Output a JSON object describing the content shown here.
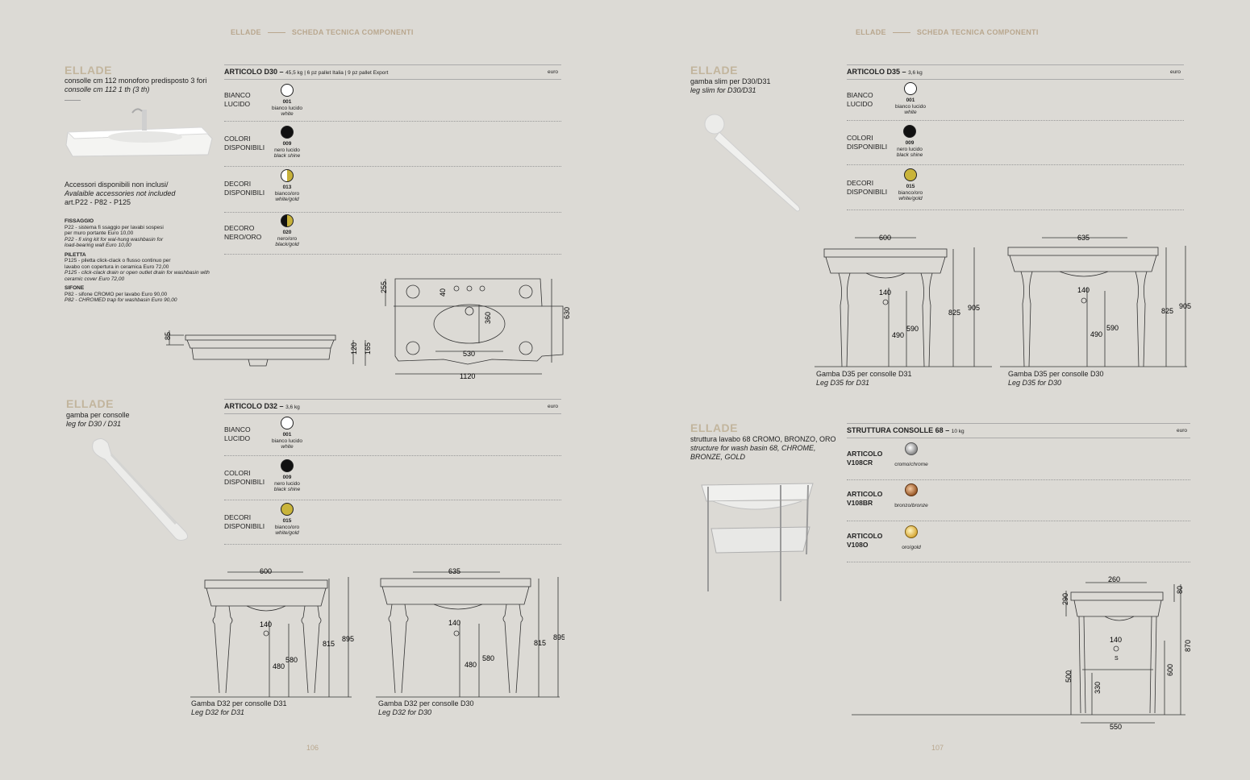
{
  "header": {
    "brand": "ELLADE",
    "section": "SCHEDA TECNICA COMPONENTI"
  },
  "pages": {
    "left": "106",
    "right": "107"
  },
  "d30": {
    "brand": "ELLADE",
    "title": "consolle cm 112 monoforo predisposto 3 fori",
    "subtitle": "consolle cm 112 1 th (3 th)",
    "accessories_title": "Accessori disponibili non inclusi/",
    "accessories_subtitle": "Avalaible accessories not included",
    "accessories_codes": "art.P22 - P82 - P125",
    "notes": [
      {
        "head": "FISSAGGIO",
        "lines": [
          "P22 - sistema fi ssaggio per lavabi sospesi",
          "per muro portante Euro 10,00"
        ],
        "en": [
          "P22 - fi xing kit for wal-hung washbasin for",
          "load-bearing wall Euro 10,00"
        ]
      },
      {
        "head": "PILETTA",
        "lines": [
          "P125 - piletta click-clack o flusso continuo per",
          "lavabo con copertura in ceramica Euro 72,00"
        ],
        "en": [
          "P125 - click-clack drain or open outlet drain for washbasin with",
          "ceramic cover Euro 72,00"
        ]
      },
      {
        "head": "SIFONE",
        "lines": [
          "P82 - sifone CROMO per lavabo Euro 90,00"
        ],
        "en": [
          "P82 - CHROMED trap for washbasin Euro 90,00"
        ]
      }
    ],
    "table": {
      "article": "ARTICOLO D30",
      "dash": "–",
      "specs": "45,5 kg | 6 pz pallet Italia | 9 pz pallet Export",
      "euro": "euro",
      "rows": [
        {
          "label1": "BIANCO",
          "label2": "LUCIDO",
          "code": "001",
          "name": "bianco lucido",
          "en": "white"
        },
        {
          "label1": "COLORI",
          "label2": "DISPONIBILI",
          "code": "009",
          "name": "nero lucido",
          "en": "black shine"
        },
        {
          "label1": "DECORI",
          "label2": "DISPONIBILI",
          "code": "013",
          "name": "bianco/oro",
          "en": "white/gold"
        },
        {
          "label1": "DECORO",
          "label2": "NERO/ORO",
          "code": "020",
          "name": "nero/oro",
          "en": "black/gold"
        }
      ]
    },
    "dims": {
      "side_h": "85",
      "side_b1": "120",
      "side_b2": "165",
      "top_w": "1120",
      "top_d": "630",
      "top_a": "255",
      "top_b": "40",
      "bowl_w": "530",
      "bowl_d": "360"
    }
  },
  "d32": {
    "brand": "ELLADE",
    "title": "gamba per consolle",
    "subtitle": "leg for D30 / D31",
    "table": {
      "article": "ARTICOLO D32",
      "dash": "–",
      "specs": "3,6 kg",
      "euro": "euro",
      "rows": [
        {
          "label1": "BIANCO",
          "label2": "LUCIDO",
          "code": "001",
          "name": "bianco lucido",
          "en": "white"
        },
        {
          "label1": "COLORI",
          "label2": "DISPONIBILI",
          "code": "009",
          "name": "nero lucido",
          "en": "black shine"
        },
        {
          "label1": "DECORI",
          "label2": "DISPONIBILI",
          "code": "015",
          "name": "bianco/oro",
          "en": "white/gold"
        }
      ]
    },
    "drawings": [
      {
        "w": "600",
        "a": "140",
        "b": "480",
        "c": "580",
        "d": "815",
        "e": "895",
        "caption": "Gamba D32 per consolle D31",
        "caption_en": "Leg D32 for D31"
      },
      {
        "w": "635",
        "a": "140",
        "b": "480",
        "c": "580",
        "d": "815",
        "e": "895",
        "caption": "Gamba D32 per consolle D30",
        "caption_en": "Leg D32 for D30"
      }
    ]
  },
  "d35": {
    "brand": "ELLADE",
    "title": "gamba slim per D30/D31",
    "subtitle": "leg slim for D30/D31",
    "table": {
      "article": "ARTICOLO D35",
      "dash": "–",
      "specs": "3,6 kg",
      "euro": "euro",
      "rows": [
        {
          "label1": "BIANCO",
          "label2": "LUCIDO",
          "code": "001",
          "name": "bianco lucido",
          "en": "white"
        },
        {
          "label1": "COLORI",
          "label2": "DISPONIBILI",
          "code": "009",
          "name": "nero lucido",
          "en": "black shine"
        },
        {
          "label1": "DECORI",
          "label2": "DISPONIBILI",
          "code": "015",
          "name": "bianco/oro",
          "en": "white/gold"
        }
      ]
    },
    "drawings": [
      {
        "w": "600",
        "a": "140",
        "b": "490",
        "c": "590",
        "d": "825",
        "e": "905",
        "caption": "Gamba D35 per consolle D31",
        "caption_en": "Leg D35 for D31"
      },
      {
        "w": "635",
        "a": "140",
        "b": "490",
        "c": "590",
        "d": "825",
        "e": "905",
        "caption": "Gamba D35 per consolle D30",
        "caption_en": "Leg D35 for D30"
      }
    ]
  },
  "s68": {
    "brand": "ELLADE",
    "title": "struttura lavabo 68 CROMO, BRONZO, ORO",
    "subtitle1": "structure for wash basin 68, CHROME,",
    "subtitle2": "BRONZE, GOLD",
    "table": {
      "article": "STRUTTURA CONSOLLE 68",
      "dash": "–",
      "specs": "10 kg",
      "euro": "euro",
      "rows": [
        {
          "label1": "ARTICOLO",
          "label2": "V108CR",
          "name": "cromo",
          "en": "chrome"
        },
        {
          "label1": "ARTICOLO",
          "label2": "V108BR",
          "name": "bronzo",
          "en": "bronze"
        },
        {
          "label1": "ARTICOLO",
          "label2": "V108O",
          "name": "oro",
          "en": "gold"
        }
      ]
    },
    "dims": {
      "top": "260",
      "h1": "290",
      "h2": "80",
      "h3": "870",
      "a": "140",
      "s": "S",
      "b": "500",
      "c": "330",
      "d": "600",
      "w": "550"
    }
  },
  "colors": {
    "bg": "#dcdad5",
    "brand": "#c2b59d",
    "gold": "#c9b43a"
  }
}
